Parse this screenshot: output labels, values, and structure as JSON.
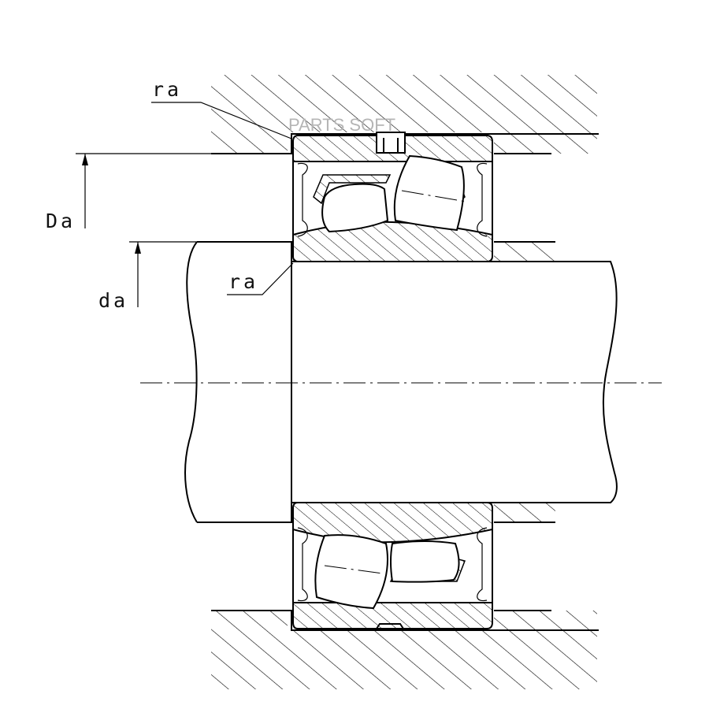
{
  "labels": {
    "ra_top": "ra",
    "ra_inner": "ra",
    "Da": "Da",
    "da": "da"
  },
  "watermark": "PARTS SOFT",
  "colors": {
    "line": "#000000",
    "background": "#ffffff",
    "watermark": "#b5b5b5"
  }
}
